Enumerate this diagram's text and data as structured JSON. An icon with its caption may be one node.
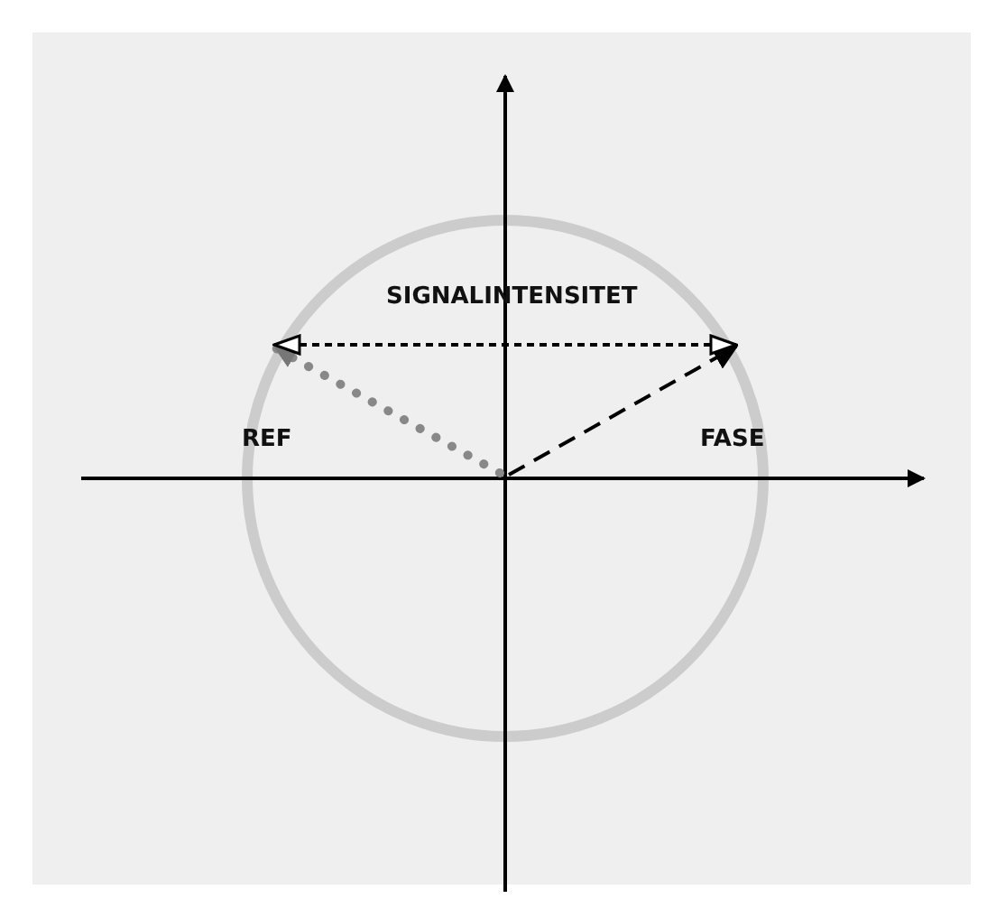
{
  "diagram": {
    "labels": [
      "SIGNALINTENSITET",
      "REF",
      "FASE"
    ]
  }
}
